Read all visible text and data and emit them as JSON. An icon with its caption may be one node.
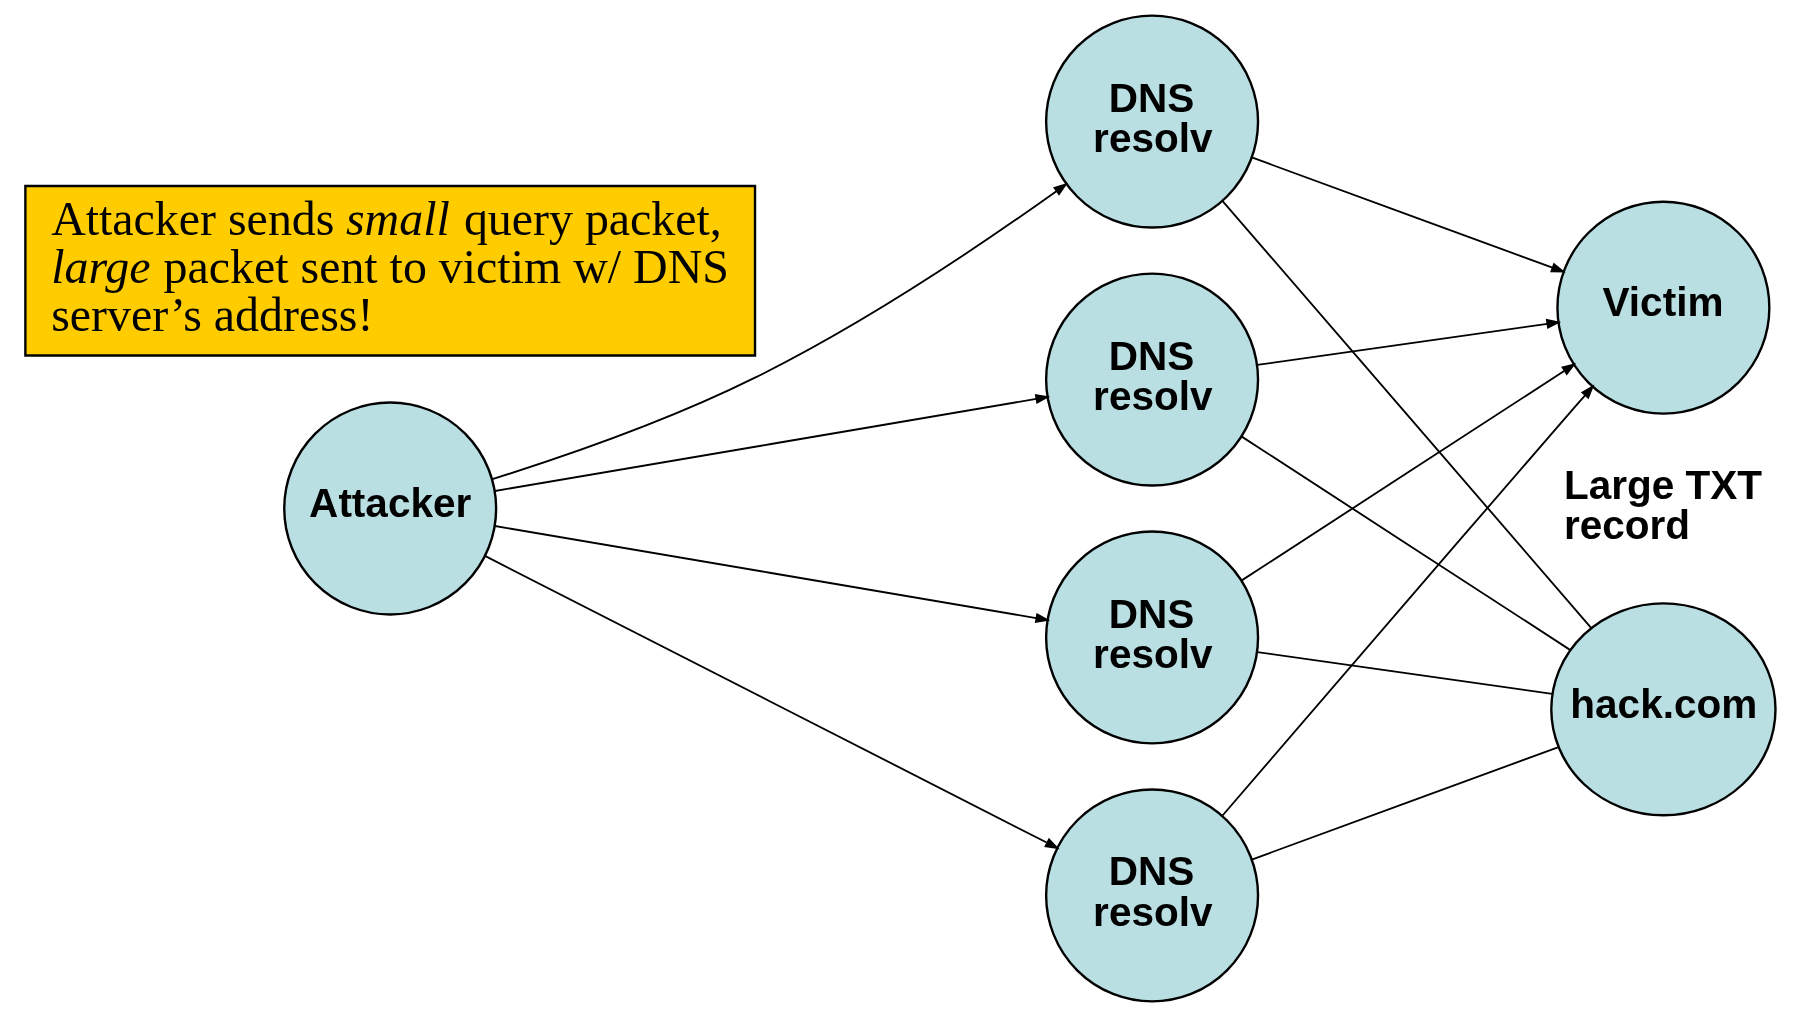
{
  "diagram": {
    "nodes": [
      {
        "text": [
          "Attacker"
        ]
      },
      {
        "text": [
          "DNS resolv"
        ]
      },
      {
        "text": [
          "DNS resolv"
        ]
      },
      {
        "text": [
          "DNS resolv"
        ]
      },
      {
        "text": [
          "DNS resolv"
        ]
      },
      {
        "text": [
          "hack.com"
        ],
        "beside": [
          "Large TXT record"
        ]
      },
      {
        "text": [
          "Victim"
        ]
      },
      {
        "text": [
          "Attacker sends *small* query packet, *large* packet sent to victim w/ DNS server’s address!"
        ]
      }
    ],
    "edges": [
      {
        "from": 0,
        "to": 1,
        "arrow": "to"
      },
      {
        "from": 0,
        "to": 2,
        "arrow": "to"
      },
      {
        "from": 0,
        "to": 3,
        "arrow": "to"
      },
      {
        "from": 0,
        "to": 4,
        "arrow": "to"
      },
      {
        "from": 1,
        "to": 5,
        "arrow": "none"
      },
      {
        "from": 2,
        "to": 5,
        "arrow": "none"
      },
      {
        "from": 3,
        "to": 5,
        "arrow": "none"
      },
      {
        "from": 4,
        "to": 5,
        "arrow": "none"
      },
      {
        "from": 1,
        "to": 6,
        "arrow": "to"
      },
      {
        "from": 2,
        "to": 6,
        "arrow": "to"
      },
      {
        "from": 3,
        "to": 6,
        "arrow": "to"
      },
      {
        "from": 4,
        "to": 6,
        "arrow": "to"
      }
    ]
  }
}
